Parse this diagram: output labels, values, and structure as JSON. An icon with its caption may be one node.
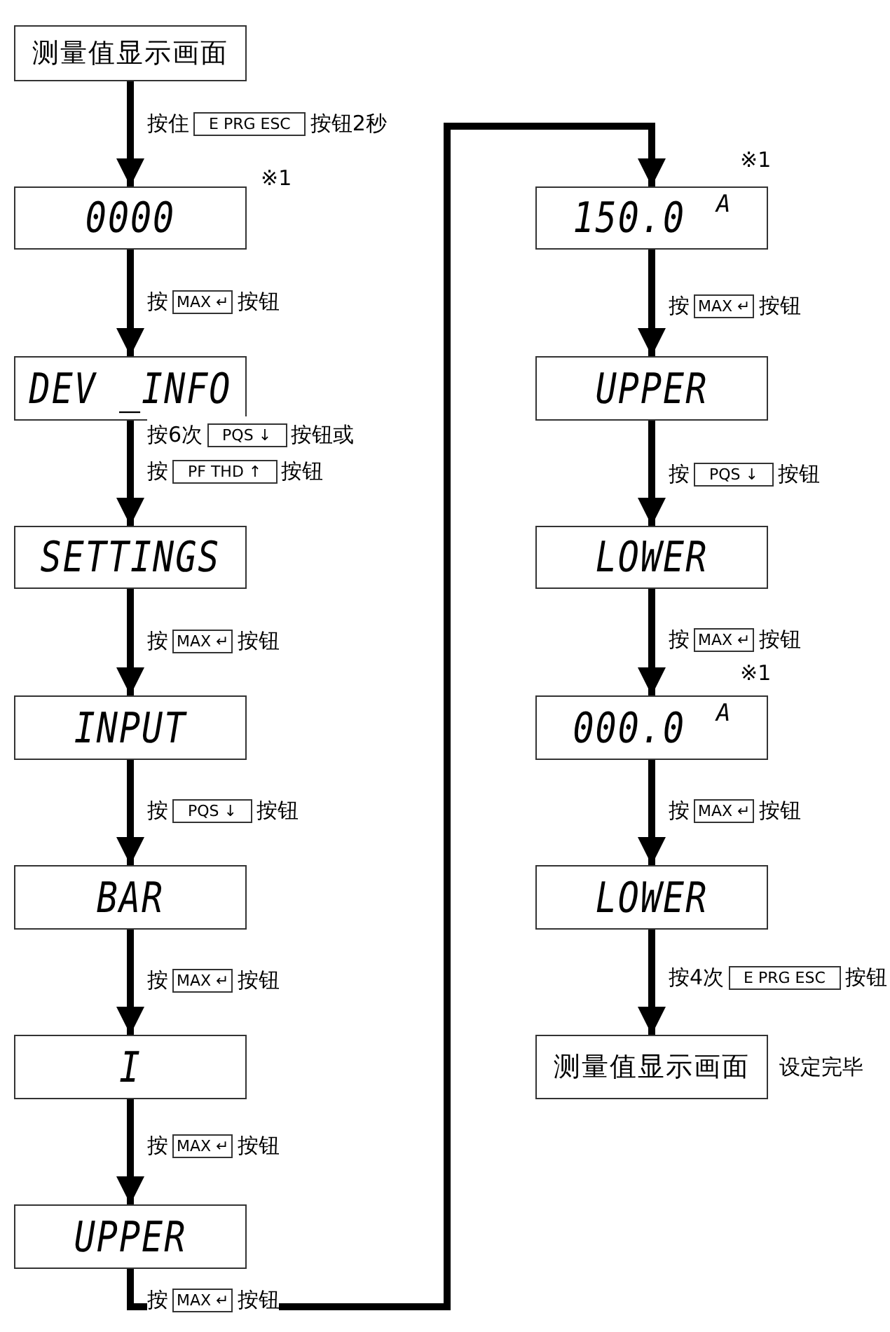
{
  "diagram": {
    "nodes": [
      {
        "text": [
          "测量值显示画面"
        ]
      },
      {
        "text": [
          "0000"
        ],
        "beside": [
          "※1"
        ]
      },
      {
        "text": [
          "DEV _INFO"
        ]
      },
      {
        "text": [
          "SETTINGS"
        ]
      },
      {
        "text": [
          "INPUT"
        ]
      },
      {
        "text": [
          "BAR"
        ]
      },
      {
        "text": [
          "I"
        ]
      },
      {
        "text": [
          "UPPER"
        ]
      },
      {
        "text": [
          "150.0",
          "A"
        ],
        "beside": [
          "※1"
        ]
      },
      {
        "text": [
          "UPPER"
        ]
      },
      {
        "text": [
          "LOWER"
        ]
      },
      {
        "text": [
          "000.0",
          "A"
        ],
        "beside": [
          "※1"
        ]
      },
      {
        "text": [
          "LOWER"
        ]
      },
      {
        "text": [
          "测量值显示画面"
        ],
        "beside": [
          "设定完毕"
        ]
      }
    ],
    "edges": [
      {
        "from": 0,
        "to": 1,
        "arrow": "to",
        "label": "按住 E PRG ESC 按钮2秒"
      },
      {
        "from": 1,
        "to": 2,
        "arrow": "to",
        "label": "按 MAX ↵ 按钮"
      },
      {
        "from": 2,
        "to": 3,
        "arrow": "to",
        "label": "按6次 PQS ↓ 按钮或按 PF THD ↑ 按钮"
      },
      {
        "from": 3,
        "to": 4,
        "arrow": "to",
        "label": "按 MAX ↵ 按钮"
      },
      {
        "from": 4,
        "to": 5,
        "arrow": "to",
        "label": "按 PQS ↓ 按钮"
      },
      {
        "from": 5,
        "to": 6,
        "arrow": "to",
        "label": "按 MAX ↵ 按钮"
      },
      {
        "from": 6,
        "to": 7,
        "arrow": "to",
        "label": "按 MAX ↵ 按钮"
      },
      {
        "from": 7,
        "to": 8,
        "arrow": "to",
        "label": "按 MAX ↵ 按钮"
      },
      {
        "from": 8,
        "to": 9,
        "arrow": "to",
        "label": "按 MAX ↵ 按钮"
      },
      {
        "from": 9,
        "to": 10,
        "arrow": "to",
        "label": "按 PQS ↓ 按钮"
      },
      {
        "from": 10,
        "to": 11,
        "arrow": "to",
        "label": "按 MAX ↵ 按钮"
      },
      {
        "from": 11,
        "to": 12,
        "arrow": "to",
        "label": "按 MAX ↵ 按钮"
      },
      {
        "from": 12,
        "to": 13,
        "arrow": "to",
        "label": "按4次 E PRG ESC 按钮"
      }
    ]
  }
}
